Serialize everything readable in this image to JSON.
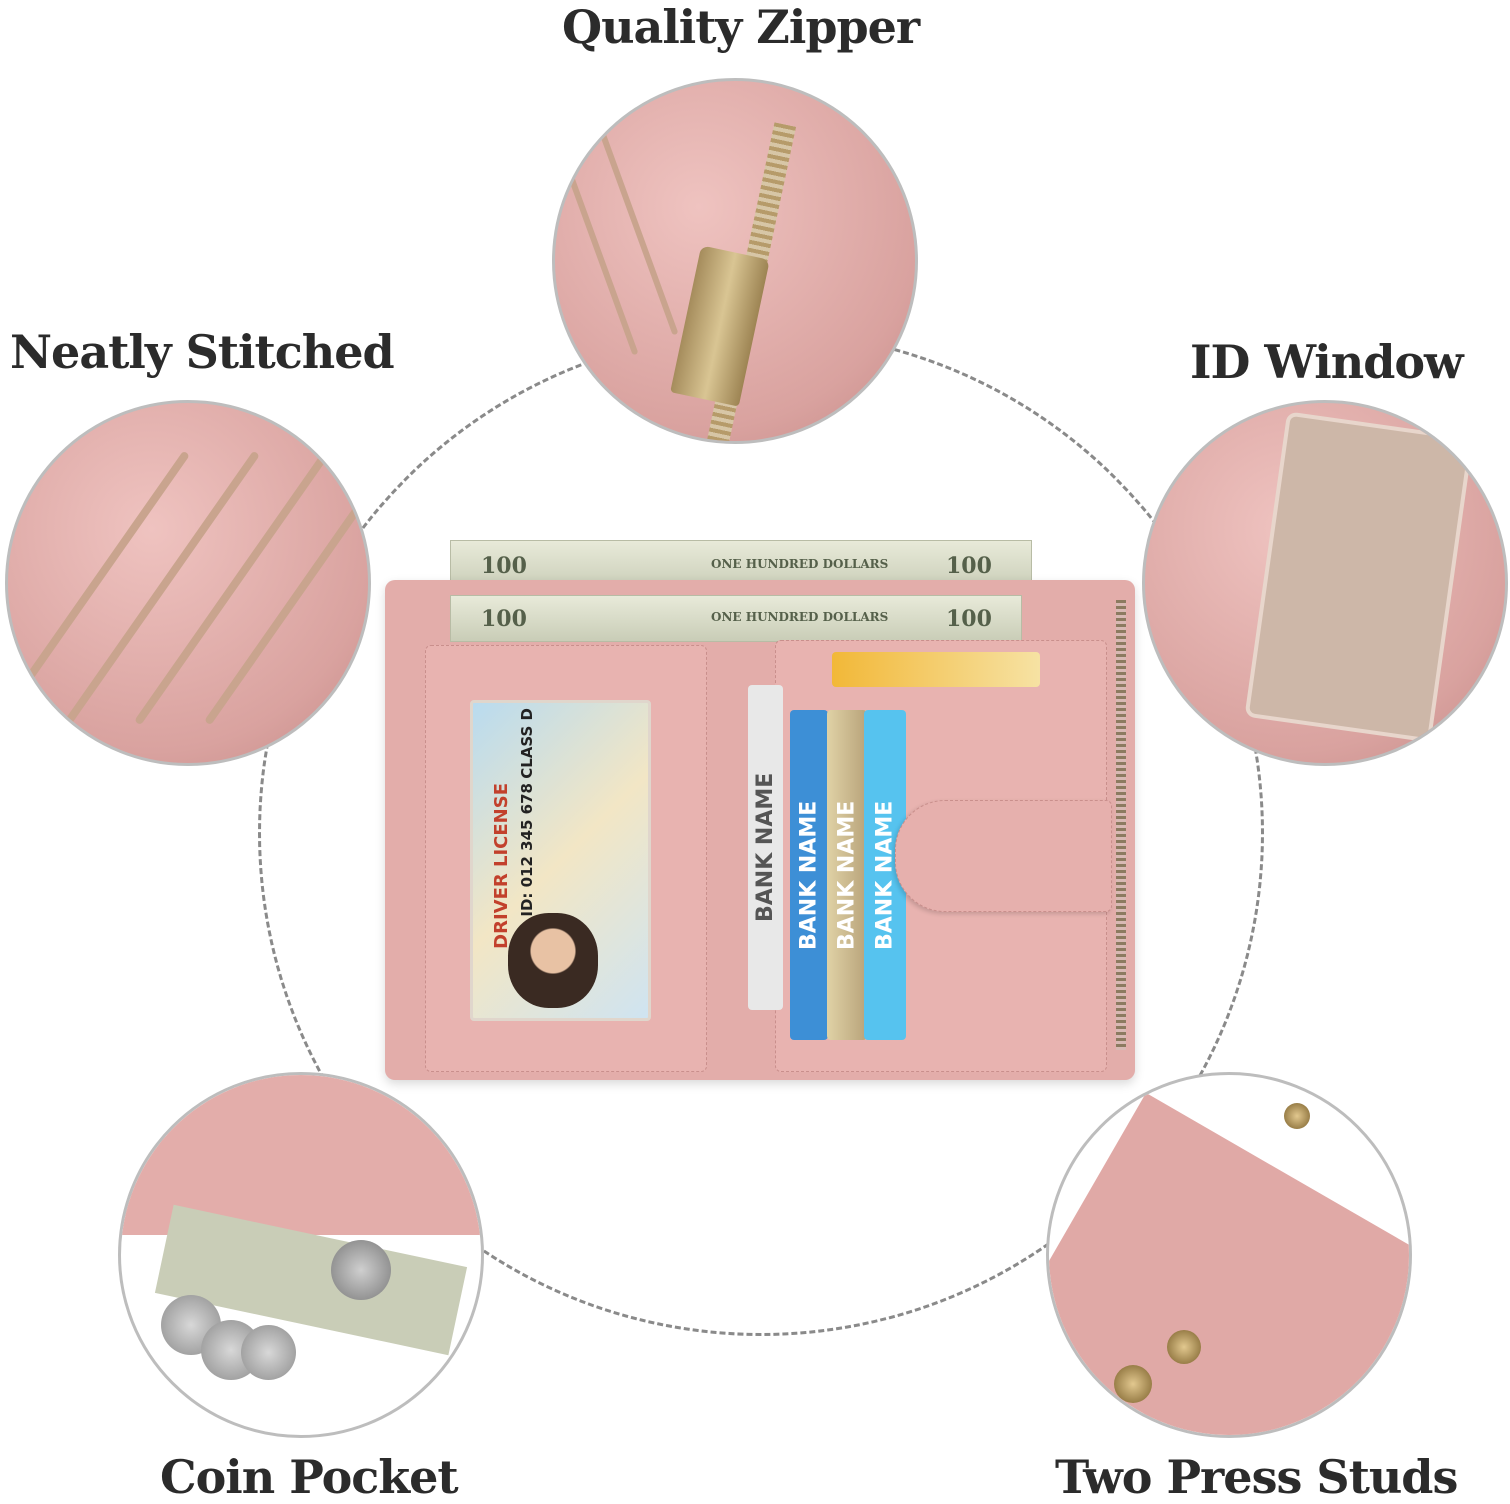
{
  "features": {
    "zipper": "Quality Zipper",
    "stitched": "Neatly Stitched",
    "id_window": "ID Window",
    "coin_pocket": "Coin Pocket",
    "press_studs": "Two Press Studs"
  },
  "wallet": {
    "bill_value": "100",
    "bill_text": "ONE HUNDRED DOLLARS",
    "id_title": "DRIVER LICENSE",
    "id_number": "ID: 012 345 678",
    "id_class": "CLASS D",
    "card_label": "BANK NAME"
  },
  "colors": {
    "leather": "#e3adaa",
    "text": "#2b2b2b"
  }
}
